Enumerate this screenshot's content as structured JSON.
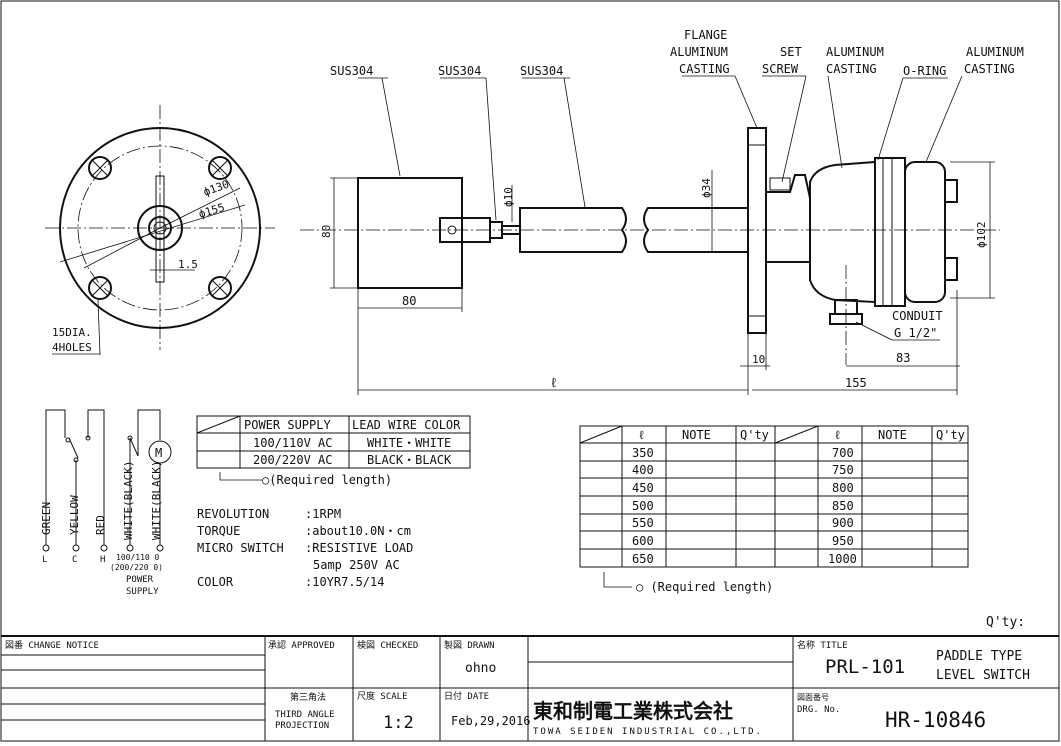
{
  "labels": {
    "sus1": "SUS304",
    "sus2": "SUS304",
    "sus3": "SUS304",
    "flange": [
      "FLANGE",
      "ALUMINUM",
      "CASTING"
    ],
    "set_screw": [
      "SET",
      "SCREW"
    ],
    "alu1": [
      "ALUMINUM",
      "CASTING"
    ],
    "oring": "O-RING",
    "alu2": [
      "ALUMINUM",
      "CASTING"
    ],
    "conduit": [
      "CONDUIT",
      "G 1/2\""
    ],
    "holes": [
      "15DIA.",
      "4HOLES"
    ]
  },
  "dims": {
    "d130": "ϕ130",
    "d155": "ϕ155",
    "w15": "1.5",
    "h80": "80",
    "len80": "80",
    "d10": "ϕ10",
    "d34": "ϕ34",
    "d102": "ϕ102",
    "len10": "10",
    "len83": "83",
    "len155": "155",
    "ell": "ℓ"
  },
  "wiring": {
    "wires": [
      "GREEN",
      "YELLOW",
      "RED",
      "WHITE(BLACK)",
      "WHITE(BLACK)"
    ],
    "terms": [
      "L",
      "C",
      "H",
      "100/110 0",
      "(200/220 0)"
    ],
    "supply": [
      "POWER",
      "SUPPLY"
    ],
    "motor": "M"
  },
  "power_table": {
    "headers": [
      "POWER SUPPLY",
      "LEAD WIRE COLOR"
    ],
    "rows": [
      [
        "100/110V AC",
        "WHITE・WHITE"
      ],
      [
        "200/220V AC",
        "BLACK・BLACK"
      ]
    ],
    "note": "○(Required length)"
  },
  "specs": [
    {
      "k": "REVOLUTION",
      "v": ":1RPM"
    },
    {
      "k": "TORQUE",
      "v": ":about10.0N・cm"
    },
    {
      "k": "MICRO SWITCH",
      "v": ":RESISTIVE LOAD"
    },
    {
      "k": "",
      "v": "5amp 250V AC"
    },
    {
      "k": "COLOR",
      "v": ":10YR7.5/14"
    }
  ],
  "length_table": {
    "headers": [
      "ℓ",
      "NOTE",
      "Q'ty"
    ],
    "left": [
      "350",
      "400",
      "450",
      "500",
      "550",
      "600",
      "650"
    ],
    "right": [
      "700",
      "750",
      "800",
      "850",
      "900",
      "950",
      "1000"
    ],
    "note": "○ (Required length)"
  },
  "qty_label": "Q'ty:",
  "title_block": {
    "change_notice": "図番 CHANGE NOTICE",
    "approved": "承認 APPROVED",
    "checked": "検図 CHECKED",
    "drawn": "製図 DRAWN",
    "drawn_by": "ohno",
    "projection_jp": "第三角法",
    "projection": [
      "THIRD ANGLE",
      "PROJECTION"
    ],
    "scale_label": "尺度 SCALE",
    "scale": "1:2",
    "date_label": "日付 DATE",
    "date": "Feb,29,2016",
    "company_jp": "東和制電工業株式会社",
    "company_en": "TOWA SEIDEN INDUSTRIAL CO.,LTD.",
    "title_label": "名称 TITLE",
    "model": "PRL-101",
    "name": [
      "PADDLE TYPE",
      "LEVEL SWITCH"
    ],
    "drg_label": "図面番号",
    "drg_no_label": "DRG. No.",
    "drg_no": "HR-10846"
  }
}
